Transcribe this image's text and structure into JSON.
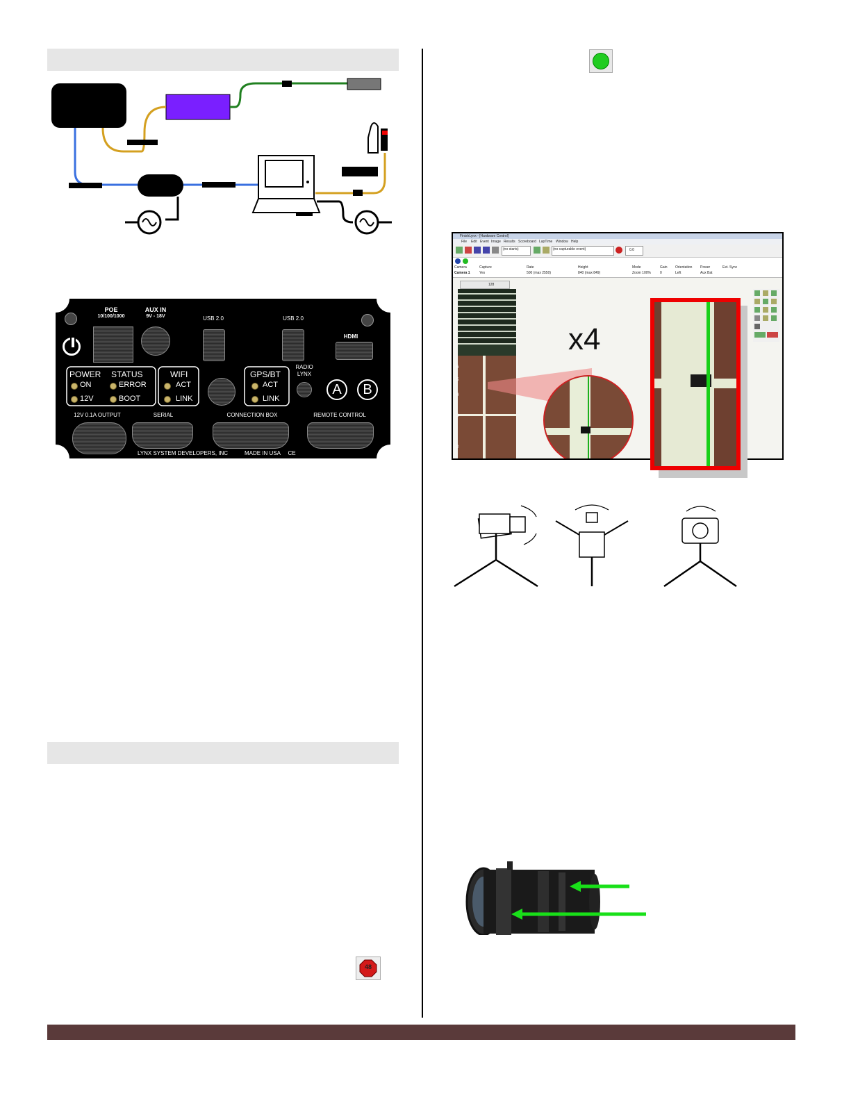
{
  "panel": {
    "poe_label": "POE",
    "poe_sub": "10/100/1000",
    "aux_label": "AUX IN",
    "aux_sub": "9V - 18V",
    "usb1_label": "USB 2.0",
    "usb2_label": "USB 2.0",
    "hdmi_label": "HDMI",
    "power_label": "POWER",
    "status_label": "STATUS",
    "on_label": "ON",
    "error_label": "ERROR",
    "v12_label": "12V",
    "boot_label": "BOOT",
    "wifi_label": "WIFI",
    "wifi_act": "ACT",
    "wifi_link": "LINK",
    "gps_label": "GPS/BT",
    "gps_act": "ACT",
    "gps_link": "LINK",
    "radio_label": "RADIO",
    "radio_sub": "LYNX",
    "btn_a": "A",
    "btn_b": "B",
    "output_label": "12V 0.1A OUTPUT",
    "serial_label": "SERIAL",
    "connbox_label": "CONNECTION BOX",
    "remote_label": "REMOTE CONTROL",
    "maker": "LYNX SYSTEM DEVELOPERS, INC",
    "made_in": "MADE IN USA",
    "ce": "CE"
  },
  "software": {
    "title": "FinishLynx - [Hardware Control]",
    "menu": [
      "File",
      "Edit",
      "Event",
      "Image",
      "Results",
      "Scoreboard",
      "LapTime",
      "Window",
      "Help"
    ],
    "toolbar_dropdown1": "(no starts)",
    "toolbar_dropdown2": "(no capturable event)",
    "toolbar_value": "0.0",
    "col_headers": [
      "Camera",
      "Capture",
      "Rate",
      "Height",
      "Mode",
      "Gain",
      "Orientation",
      "Power",
      "Ext. Sync"
    ],
    "row_values": [
      "Camera 1",
      "Yes",
      "500  (max 2550)",
      "840  (max 849)",
      "Zoom 100%",
      "0",
      "Left",
      "Aux Bat",
      ""
    ],
    "view_tab_label": "128",
    "lane_numbers": [
      "6",
      "5",
      "4",
      "3",
      "2"
    ],
    "zoom_label": "x4"
  },
  "stop_icon_label": "48"
}
